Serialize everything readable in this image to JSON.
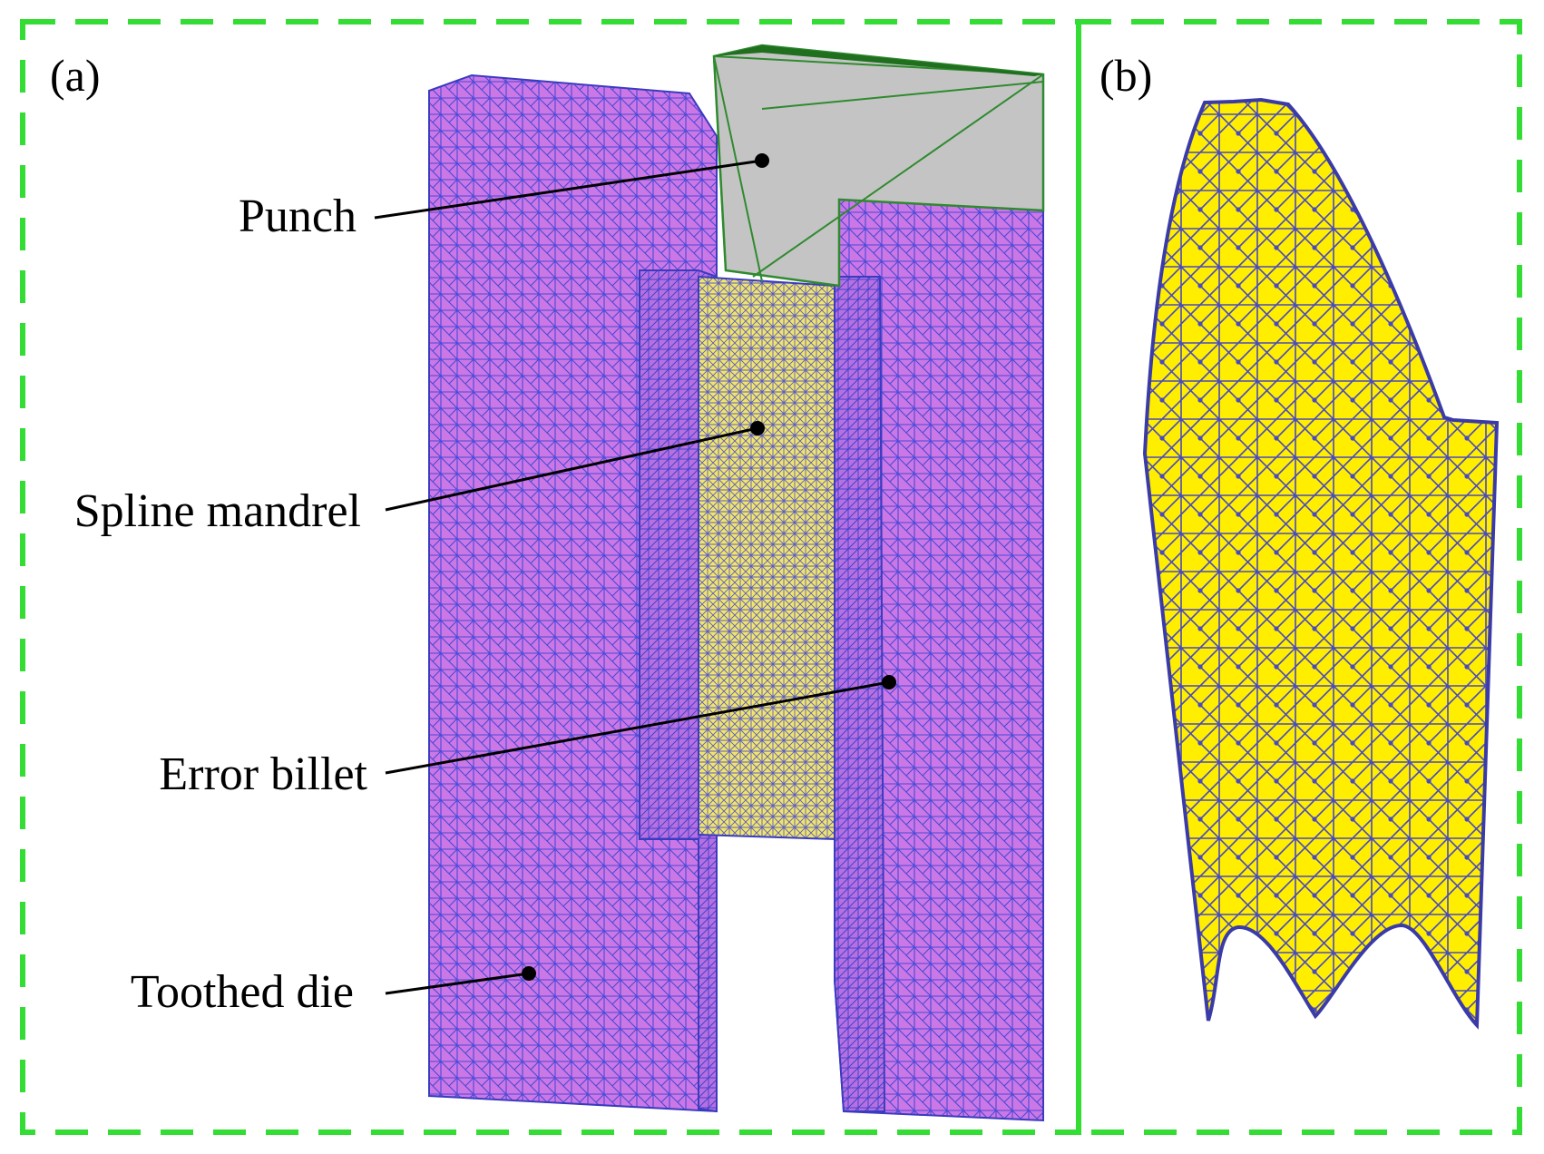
{
  "panels": {
    "a": {
      "tag": "(a)"
    },
    "b": {
      "tag": "(b)"
    }
  },
  "callouts": {
    "punch": "Punch",
    "spline_mandrel": "Spline mandrel",
    "error_billet": "Error billet",
    "toothed_die": "Toothed die"
  },
  "colors": {
    "frame_dash": "#33dd33",
    "die_fill": "#cc77e6",
    "mesh_line": "#4a4ad6",
    "punch_fill": "#c4c4c4",
    "punch_edge": "#2f8a2f",
    "billet_fill": "#f2ea6a",
    "section_fill": "#ffee00"
  }
}
